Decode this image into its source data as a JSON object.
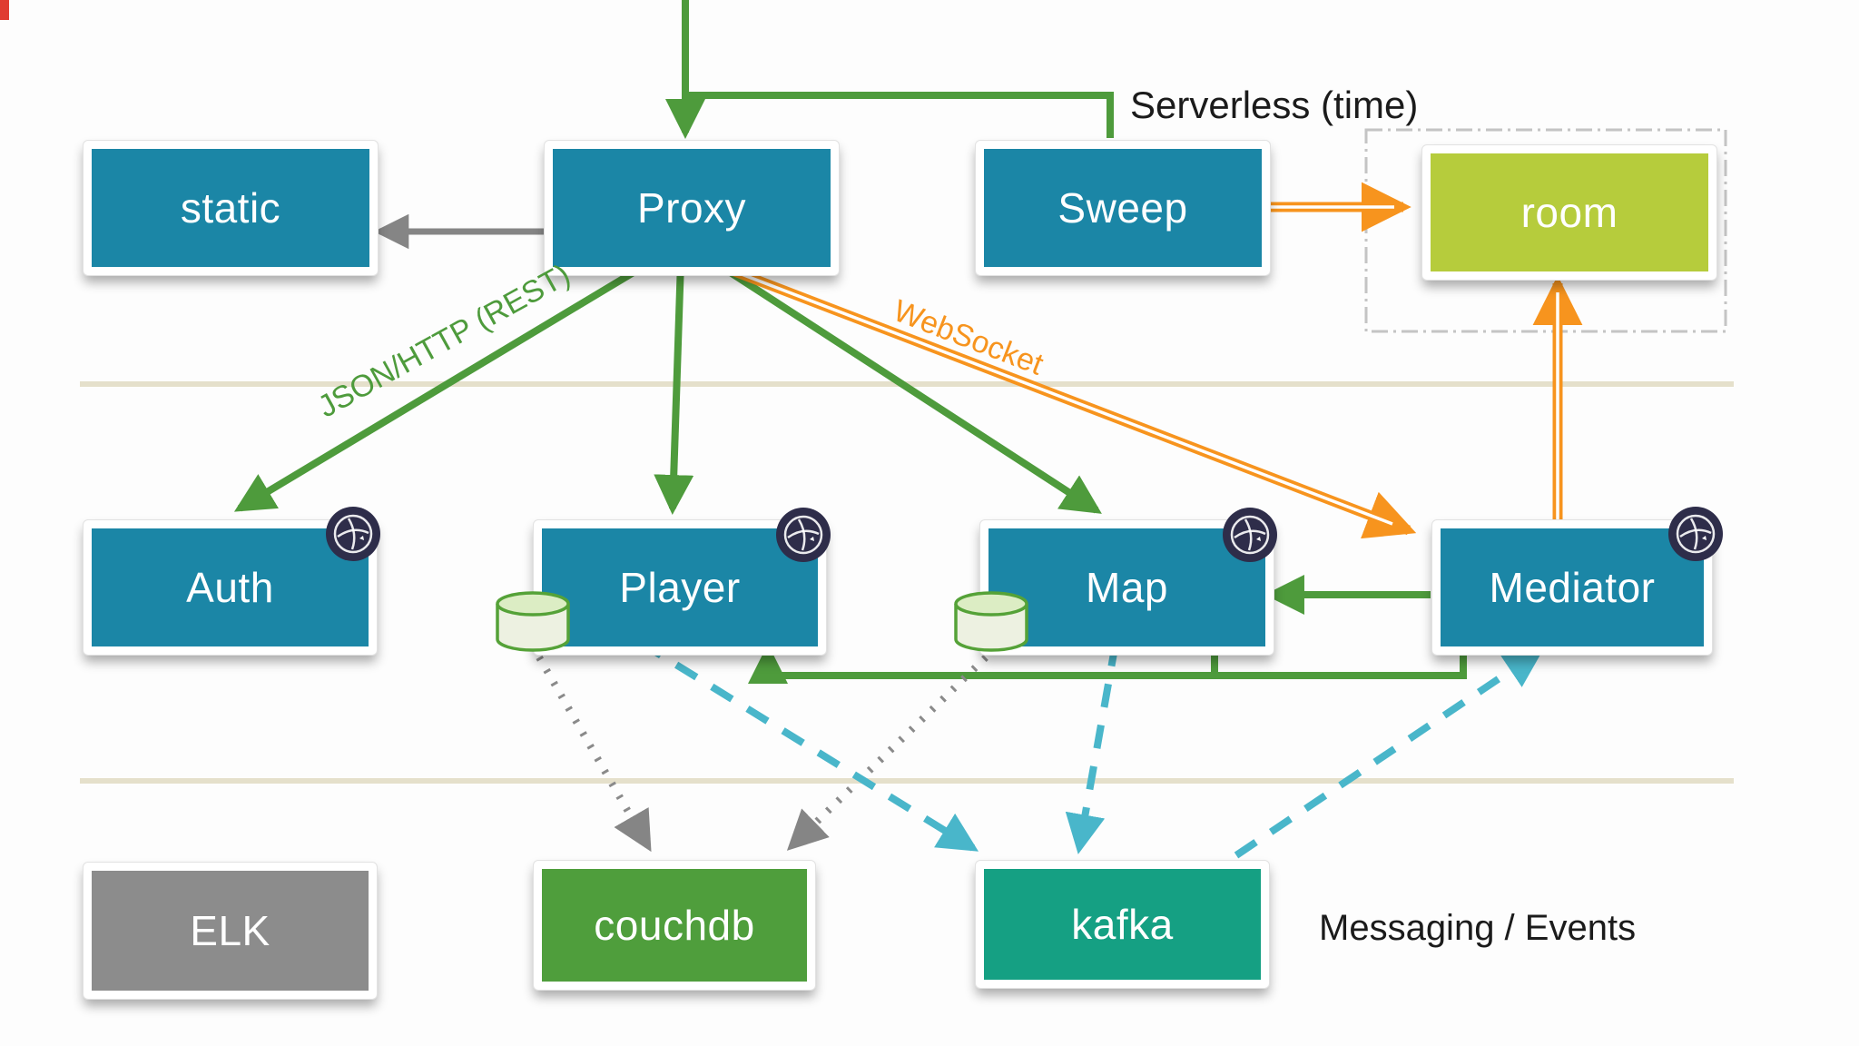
{
  "nodes": {
    "static": {
      "label": "static",
      "color": "#1b86a6"
    },
    "proxy": {
      "label": "Proxy",
      "color": "#1b86a6"
    },
    "sweep": {
      "label": "Sweep",
      "color": "#1b86a6"
    },
    "room": {
      "label": "room",
      "color": "#b6cc3c"
    },
    "auth": {
      "label": "Auth",
      "color": "#1b86a6"
    },
    "player": {
      "label": "Player",
      "color": "#1b86a6"
    },
    "map": {
      "label": "Map",
      "color": "#1b86a6"
    },
    "mediator": {
      "label": "Mediator",
      "color": "#1b86a6"
    },
    "elk": {
      "label": "ELK",
      "color": "#8c8c8c"
    },
    "couchdb": {
      "label": "couchdb",
      "color": "#4f9e3c"
    },
    "kafka": {
      "label": "kafka",
      "color": "#15a083"
    }
  },
  "edge_labels": {
    "serverless": "Serverless (time)",
    "json_http": "JSON/HTTP (REST)",
    "websocket": "WebSocket",
    "messaging": "Messaging / Events"
  },
  "icons": {
    "openwhisk_badge": "dark round serverless-platform logo on Auth, Player, Map and Mediator",
    "database_cylinder": "green database cylinder on Player and Map"
  },
  "colors": {
    "green_arrow": "#4e9b3c",
    "orange_arrow": "#f7941e",
    "blue_dashed": "#49b6ca",
    "gray_arrow": "#858585",
    "divider_beige": "#e5e0cb",
    "badge_navy": "#2e2d4a",
    "room_green": "#b6cc3c",
    "teal_box": "#1b86a6"
  }
}
